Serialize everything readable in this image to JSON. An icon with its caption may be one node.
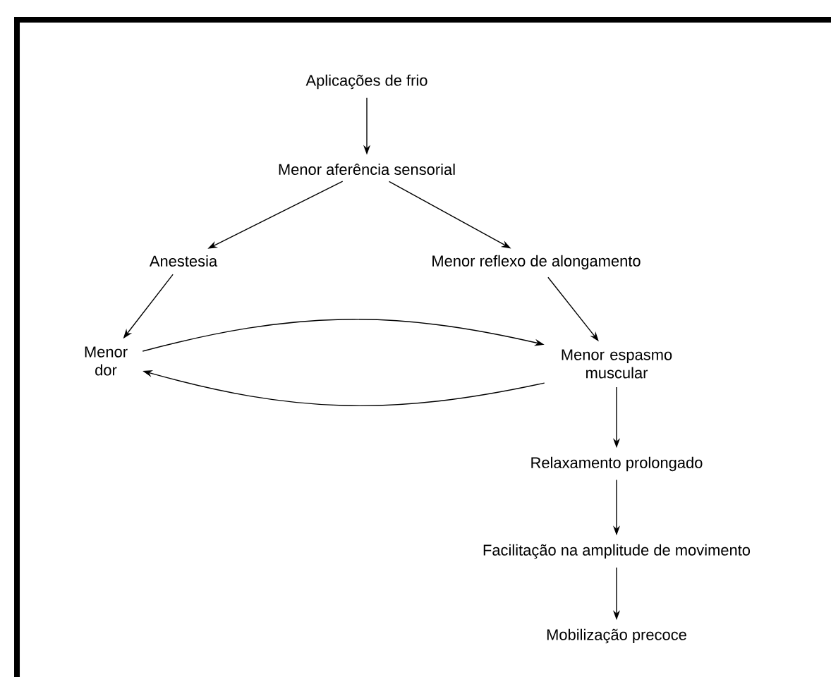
{
  "diagram": {
    "nodes": [
      {
        "text": [
          "Aplicações de frio"
        ]
      },
      {
        "text": [
          "Menor aferência sensorial"
        ]
      },
      {
        "text": [
          "Anestesia"
        ]
      },
      {
        "text": [
          "Menor reflexo de alongamento"
        ]
      },
      {
        "text": [
          "Menor dor"
        ]
      },
      {
        "text": [
          "Menor espasmo muscular"
        ]
      },
      {
        "text": [
          "Relaxamento prolongado"
        ]
      },
      {
        "text": [
          "Facilitação na amplitude de movimento"
        ]
      },
      {
        "text": [
          "Mobilização precoce"
        ]
      }
    ],
    "edges": [
      {
        "from": 0,
        "to": 1,
        "arrow": "to"
      },
      {
        "from": 1,
        "to": 2,
        "arrow": "to"
      },
      {
        "from": 1,
        "to": 3,
        "arrow": "to"
      },
      {
        "from": 2,
        "to": 4,
        "arrow": "to"
      },
      {
        "from": 3,
        "to": 5,
        "arrow": "to"
      },
      {
        "from": 4,
        "to": 5,
        "arrow": "to"
      },
      {
        "from": 5,
        "to": 4,
        "arrow": "to"
      },
      {
        "from": 5,
        "to": 6,
        "arrow": "to"
      },
      {
        "from": 6,
        "to": 7,
        "arrow": "to"
      },
      {
        "from": 7,
        "to": 8,
        "arrow": "to"
      }
    ]
  }
}
